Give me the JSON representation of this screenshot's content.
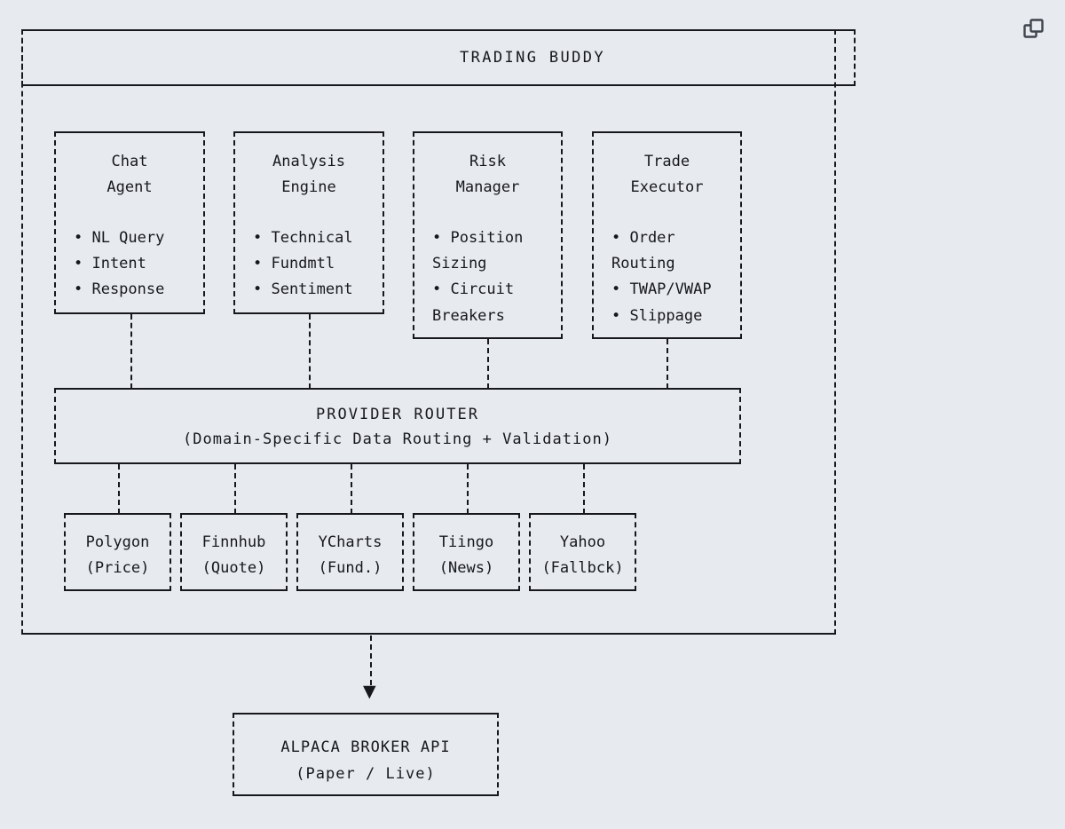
{
  "diagram": {
    "title": "TRADING BUDDY",
    "components": [
      {
        "name": "Chat\nAgent",
        "bullets": "• NL Query\n• Intent\n• Response"
      },
      {
        "name": "Analysis\nEngine",
        "bullets": "• Technical\n• Fundmtl\n• Sentiment"
      },
      {
        "name": "Risk\nManager",
        "bullets": "• Position\n  Sizing\n• Circuit\n  Breakers"
      },
      {
        "name": "Trade\nExecutor",
        "bullets": "• Order\n  Routing\n• TWAP/VWAP\n• Slippage"
      }
    ],
    "router": {
      "title": "PROVIDER ROUTER",
      "subtitle": "(Domain-Specific Data Routing + Validation)"
    },
    "providers": [
      {
        "name": "Polygon",
        "role": "(Price)"
      },
      {
        "name": "Finnhub",
        "role": "(Quote)"
      },
      {
        "name": "YCharts",
        "role": "(Fund.)"
      },
      {
        "name": "Tiingo",
        "role": "(News)"
      },
      {
        "name": "Yahoo",
        "role": "(Fallbck)"
      }
    ],
    "provider_labels": [
      "Polygon\n(Price)",
      "Finnhub\n(Quote)",
      "YCharts\n(Fund.)",
      "Tiingo\n(News)",
      "Yahoo\n(Fallbck)"
    ],
    "broker": {
      "label": "ALPACA BROKER API\n(Paper / Live)"
    },
    "arrow_glyph": "▼"
  },
  "toolbar": {
    "copy_icon": "copy-icon"
  },
  "colors": {
    "background": "#e7eaef",
    "ink": "#16181d",
    "icon": "#3f444d"
  }
}
